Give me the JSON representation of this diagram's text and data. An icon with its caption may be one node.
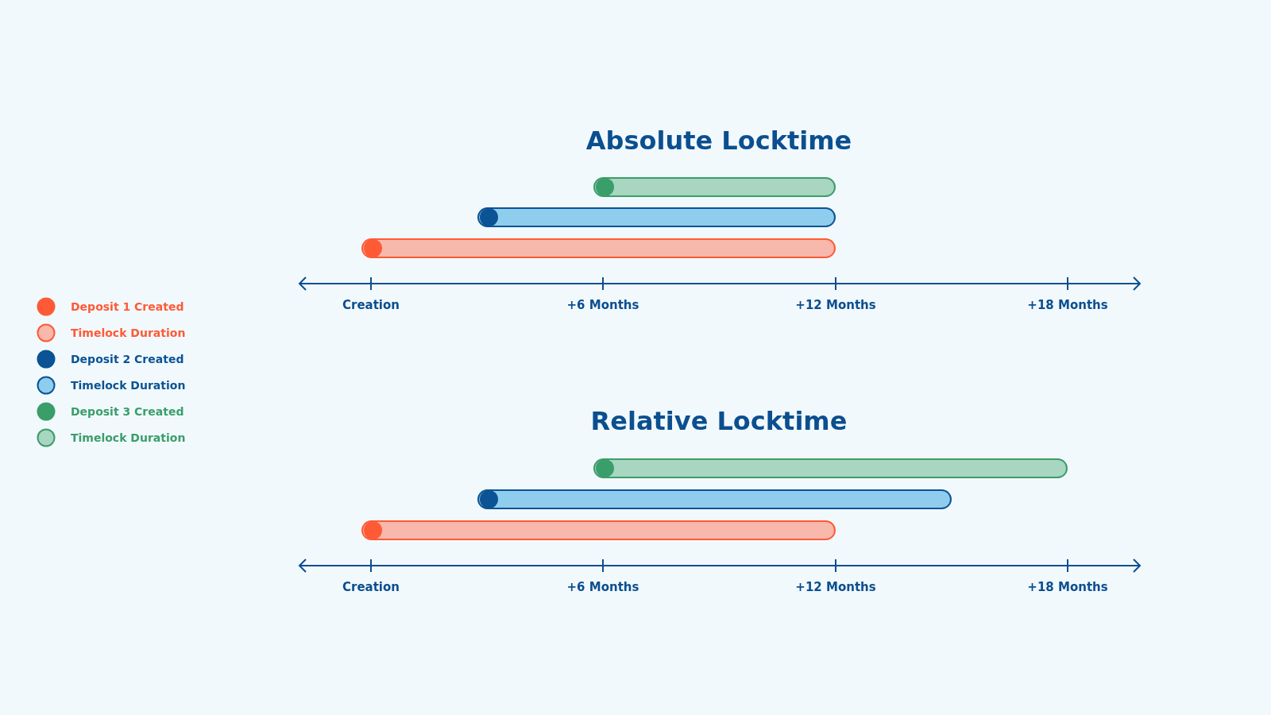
{
  "diagram": {
    "nodes": [
      {
        "text": [],
        "shape": "bar"
      },
      {
        "text": [],
        "shape": "bar"
      },
      {
        "text": [],
        "shape": "bar"
      },
      {
        "text": [],
        "shape": "bar"
      },
      {
        "text": [],
        "shape": "bar"
      },
      {
        "text": [],
        "shape": "bar"
      }
    ],
    "labels": [
      "Absolute Locktime",
      "Creation",
      "+6 Months",
      "+12 Months",
      "+18 Months",
      "Relative Locktime",
      "Creation",
      "+6 Months",
      "+12 Months",
      "+18 Months"
    ],
    "legend": [
      {
        "text": "Deposit 1 Created",
        "color": "#ff5a36"
      },
      {
        "text": "Timelock Duration",
        "color": "#f8b8ac"
      },
      {
        "text": "Deposit 2 Created",
        "color": "#0b5394"
      },
      {
        "text": "Timelock Duration",
        "color": "#8fcdee"
      },
      {
        "text": "Deposit 3 Created",
        "color": "#3a9e6a"
      },
      {
        "text": "Timelock Duration",
        "color": "#a8d6c0"
      }
    ]
  }
}
